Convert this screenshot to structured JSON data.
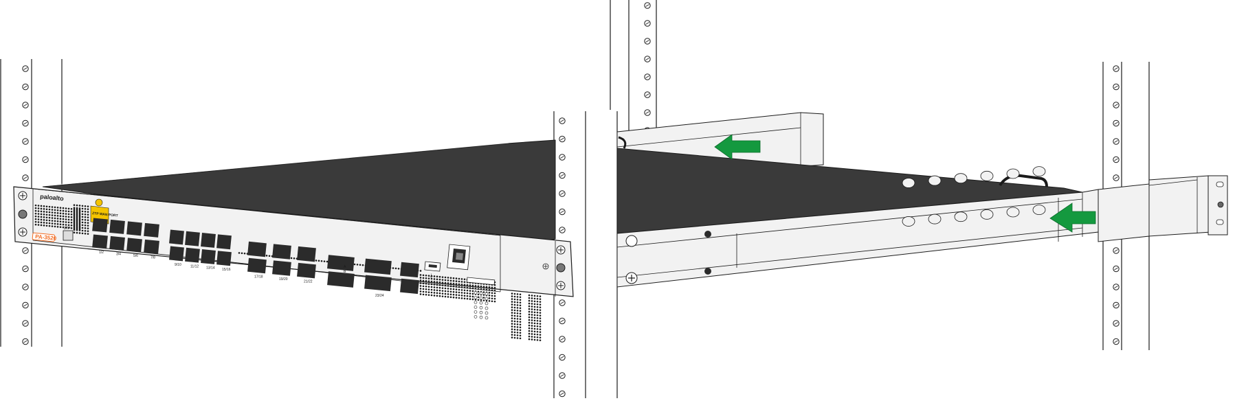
{
  "device": {
    "brand": "paloalto",
    "model": "PA-3520",
    "ztp_wan_label": "ZTP WAN PORT",
    "ztp_label": "ZTP",
    "copper_port_numbers": [
      "1",
      "3",
      "5",
      "7",
      "2",
      "4",
      "6",
      "8"
    ],
    "sfp_group_numbers": [
      "9",
      "10",
      "11",
      "12",
      "13",
      "14",
      "15",
      "16"
    ],
    "sfp_pair_numbers": [
      "17",
      "18",
      "19",
      "20",
      "21",
      "22"
    ],
    "qsfp_numbers": [
      "23",
      "24"
    ],
    "qsfp_mode_labels": [
      "A",
      "B"
    ]
  },
  "colors": {
    "chassis_top": "#3a3a3a",
    "front_panel": "#f2f2f2",
    "port_dark": "#2b2b2b",
    "arrow_green": "#14993f",
    "ztp_tag_yellow": "#f4c400",
    "model_badge_orange": "#f26b21",
    "outline": "#1a1a1a"
  },
  "icons": {
    "arrows": [
      "left-arrow-icon",
      "left-arrow-icon"
    ],
    "screws": [
      "phillips-screw-icon"
    ],
    "usb": "usb-icon"
  }
}
